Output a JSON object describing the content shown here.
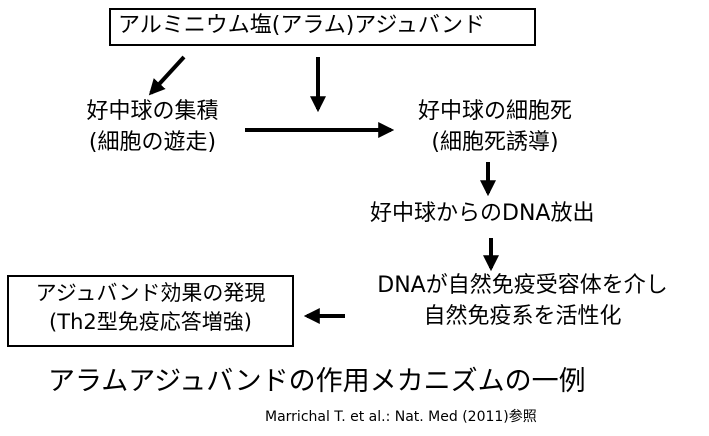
{
  "diagram": {
    "top_box": "アルミニウム塩(アラム)アジュバンド",
    "left_node": {
      "line1": "好中球の集積",
      "line2": "(細胞の遊走)"
    },
    "right_node": {
      "line1": "好中球の細胞死",
      "line2": "(細胞死誘導)"
    },
    "dna_release": "好中球からのDNA放出",
    "recognition": {
      "line1": "DNAが自然免疫受容体を介し",
      "line2": "自然免疫系を活性化"
    },
    "result_box": {
      "line1": "アジュバンド効果の発現",
      "line2": "(Th2型免疫応答増強)"
    }
  },
  "caption": "アラムアジュバンドの作用メカニズムの一例",
  "citation": "Marrichal T. et al.: Nat. Med (2011)参照",
  "colors": {
    "line": "#000000",
    "background": "#ffffff"
  }
}
